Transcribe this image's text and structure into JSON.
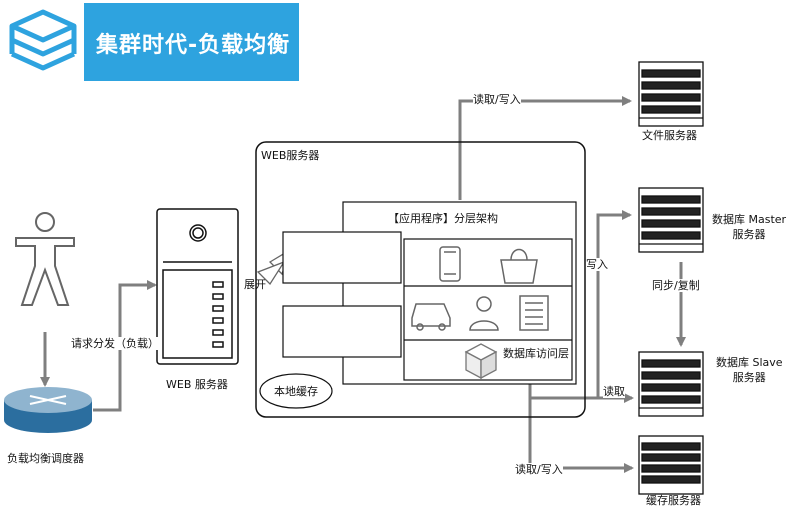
{
  "title": "集群时代-负载均衡",
  "colors": {
    "banner": "#2ea3df",
    "arrow": "#7f7f7f",
    "stroke": "#111111"
  },
  "icons": {
    "logo": "stacked-layers-icon",
    "user": "person-icon",
    "balancer": "router-icon",
    "web_server": "tower-server-icon",
    "rack_servers": "rack-server-icon",
    "expand": "expand-arrow-icon",
    "app_icons": [
      "phone-icon",
      "shopping-bag-icon",
      "car-icon",
      "user-bust-icon",
      "document-icon",
      "cube-icon"
    ]
  },
  "nodes": {
    "balancer_label": "负载均衡调度器",
    "web_server_label": "WEB 服务器",
    "web_box_label": "WEB服务器",
    "app_title": "【应用程序】分层架构",
    "db_access_label": "数据库访问层",
    "local_cache_label": "本地缓存",
    "file_server_label": "文件服务器",
    "db_master_label": "数据库 Master\n服务器",
    "db_slave_label": "数据库 Slave\n服务器",
    "cache_server_label": "缓存服务器"
  },
  "edges": {
    "dispatch_label": "请求分发（负载）",
    "expand_label": "展开",
    "file_rw_label": "读取/写入",
    "write_label": "写入",
    "sync_label": "同步/复制",
    "read_label": "读取",
    "cache_rw_label": "读取/写入"
  }
}
